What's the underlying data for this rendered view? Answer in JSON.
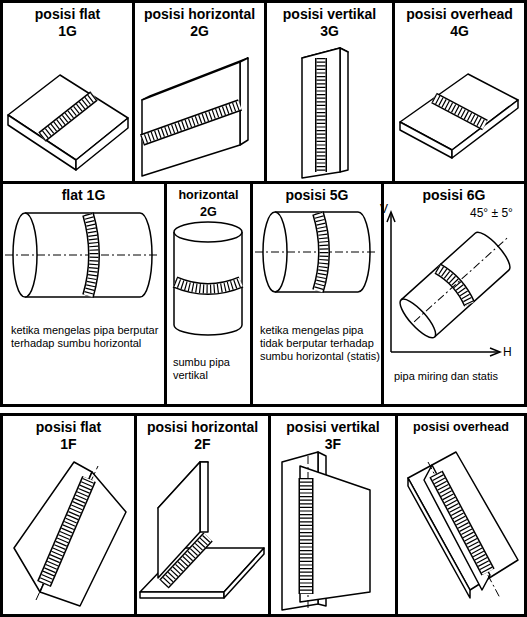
{
  "diagram": {
    "nodes": [
      {
        "text": [
          "posisi flat 1G"
        ]
      },
      {
        "text": [
          "posisi horizontal 2G"
        ]
      },
      {
        "text": [
          "posisi vertikal 3G"
        ]
      },
      {
        "text": [
          "posisi overhead 4G"
        ]
      },
      {
        "text": [
          "flat 1G",
          "ketika mengelas pipa berputar terhadap sumbu horizontal"
        ]
      },
      {
        "text": [
          "horizontal 2G",
          "sumbu pipa vertikal"
        ]
      },
      {
        "text": [
          "posisi 5G",
          "ketika mengelas pipa tidak berputar terhadap sumbu horizontal (statis)"
        ]
      },
      {
        "text": [
          "posisi 6G",
          "pipa miring dan statis"
        ]
      },
      {
        "text": [
          "posisi flat 1F"
        ]
      },
      {
        "text": [
          "posisi horizontal 2F"
        ]
      },
      {
        "text": [
          "posisi vertikal 3F"
        ]
      },
      {
        "text": [
          "posisi overhead"
        ]
      }
    ],
    "labels": [
      "45° ± 5°",
      "V",
      "H"
    ]
  }
}
